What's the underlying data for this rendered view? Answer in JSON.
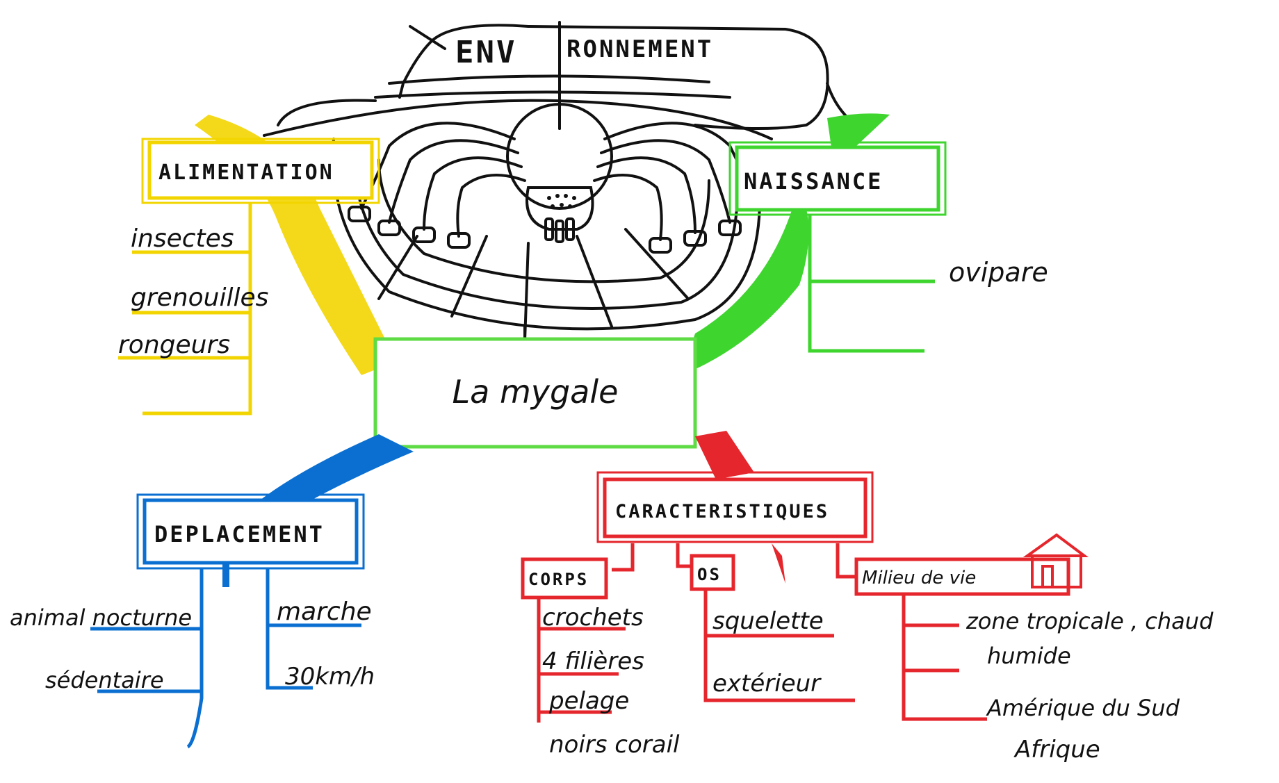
{
  "central": "La mygale",
  "colors": {
    "ink": "#111111",
    "alimentation": "#f2d500",
    "naissance": "#3fd52f",
    "deplacement": "#0a6fd0",
    "caracteristiques": "#e5262c",
    "centre_border": "#5fdb45"
  },
  "environnement": {
    "label_left": "ENV",
    "label_right": "RONNEMENT",
    "drawing": "spider-on-web"
  },
  "alimentation": {
    "label": "ALIMENTATION",
    "items": [
      "insectes",
      "grenouilles",
      "rongeurs"
    ]
  },
  "naissance": {
    "label": "NAISSANCE",
    "items": [
      "ovipare"
    ]
  },
  "deplacement": {
    "label": "DEPLACEMENT",
    "left_items": [
      "animal nocturne",
      "sédentaire"
    ],
    "right_items": [
      "marche",
      "30km/h"
    ]
  },
  "caracteristiques": {
    "label": "CARACTERISTIQUES",
    "corps": {
      "label": "CORPS",
      "items": [
        "crochets",
        "4 filières",
        "pelage",
        "noirs corail"
      ]
    },
    "os": {
      "label": "OS",
      "items": [
        "squelette",
        "extérieur"
      ]
    },
    "milieu": {
      "label": "Milieu de vie",
      "icon": "house-icon",
      "items": [
        "zone tropicale , chaud",
        "humide",
        "Amérique du Sud",
        "Afrique"
      ]
    }
  }
}
